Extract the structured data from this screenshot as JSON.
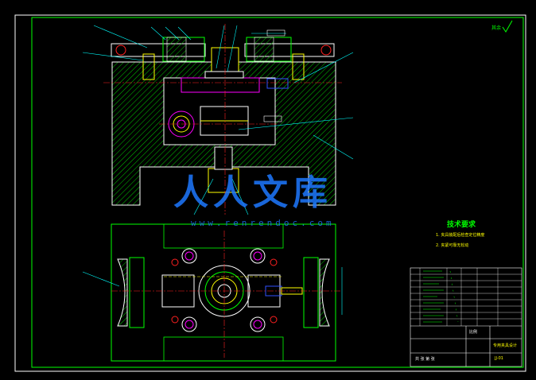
{
  "colors": {
    "background": "#000000",
    "border": "#00ff00",
    "outline": "#ffffff",
    "hatch": "#00c800",
    "part_magenta": "#ff00ff",
    "part_yellow": "#ffff00",
    "center_red": "#ff2020",
    "dimension_cyan": "#00ffff",
    "leader": "#00ffff",
    "blue": "#3050ff",
    "watermark": "#1e78ff"
  },
  "watermark": {
    "chinese": "人人文库",
    "url": "www.renrendoc.com"
  },
  "tech_requirements": {
    "title": "技术要求",
    "lines": [
      "1. 夹具装配后检查定位精度",
      "2. 夹紧可靠无松动"
    ]
  },
  "surface_mark": "其余",
  "title_block": {
    "name": "专用夹具设计",
    "drawing_no": "JJ-01",
    "scale_label": "比例",
    "sheet_label": "共 张 第 张"
  }
}
